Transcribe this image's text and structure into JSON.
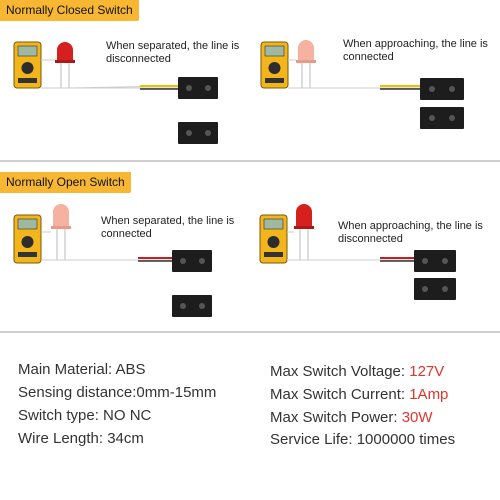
{
  "sections": [
    {
      "title": "Normally Closed Switch",
      "left_text": "When separated, the line is disconnected",
      "left_text_1": "When separated, the line is",
      "left_text_2": "disconnected",
      "right_text_1": "When approaching, the line is",
      "right_text_2": "connected"
    },
    {
      "title": "Normally Open Switch",
      "left_text_1": "When separated, the line is",
      "left_text_2": "connected",
      "right_text_1": "When approaching, the line is",
      "right_text_2": "disconnected"
    }
  ],
  "specs_left": [
    "Main Material: ABS",
    "Sensing distance:0mm-15mm",
    "Switch type: NO NC",
    "Wire Length: 34cm"
  ],
  "specs_right": [
    {
      "label": "Max Switch Voltage: ",
      "value": "127V"
    },
    {
      "label": "Max Switch Current: ",
      "value": "1Amp"
    },
    {
      "label": "Max Switch Power: ",
      "value": "30W"
    },
    {
      "label": "Service Life: 1000000 times",
      "value": ""
    }
  ],
  "colors": {
    "tag_bg": "#f7b733",
    "led_red": "#d61f1f",
    "led_light": "#f5b2a0",
    "accent_value": "#e0362c"
  }
}
